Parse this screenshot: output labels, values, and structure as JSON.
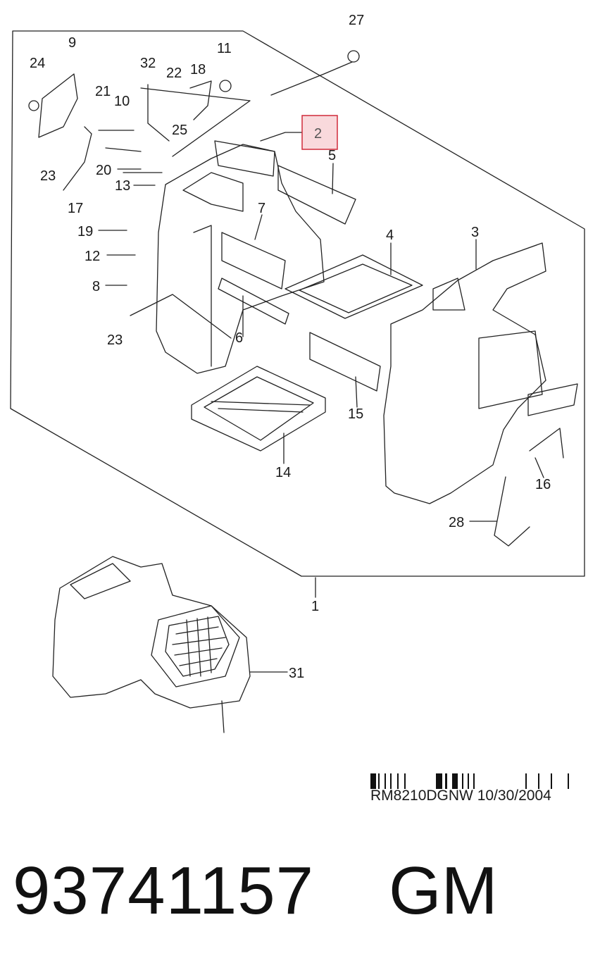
{
  "callouts": {
    "c1": "1",
    "c2": "2",
    "c3": "3",
    "c4": "4",
    "c5": "5",
    "c6": "6",
    "c7": "7",
    "c8": "8",
    "c9": "9",
    "c10": "10",
    "c11": "11",
    "c12": "12",
    "c13": "13",
    "c14": "14",
    "c15": "15",
    "c16": "16",
    "c17": "17",
    "c18": "18",
    "c19": "19",
    "c20": "20",
    "c21": "21",
    "c22": "22",
    "c23a": "23",
    "c23b": "23",
    "c24": "24",
    "c25": "25",
    "c27": "27",
    "c28": "28",
    "c31": "31",
    "c32": "32"
  },
  "highlight": {
    "part": "2",
    "color": "#f9d9dc",
    "border": "#d02a3a"
  },
  "drawing_code": {
    "text": "RM8210DGNW  10/30/2004"
  },
  "part_number": "93741157",
  "brand": "GM"
}
